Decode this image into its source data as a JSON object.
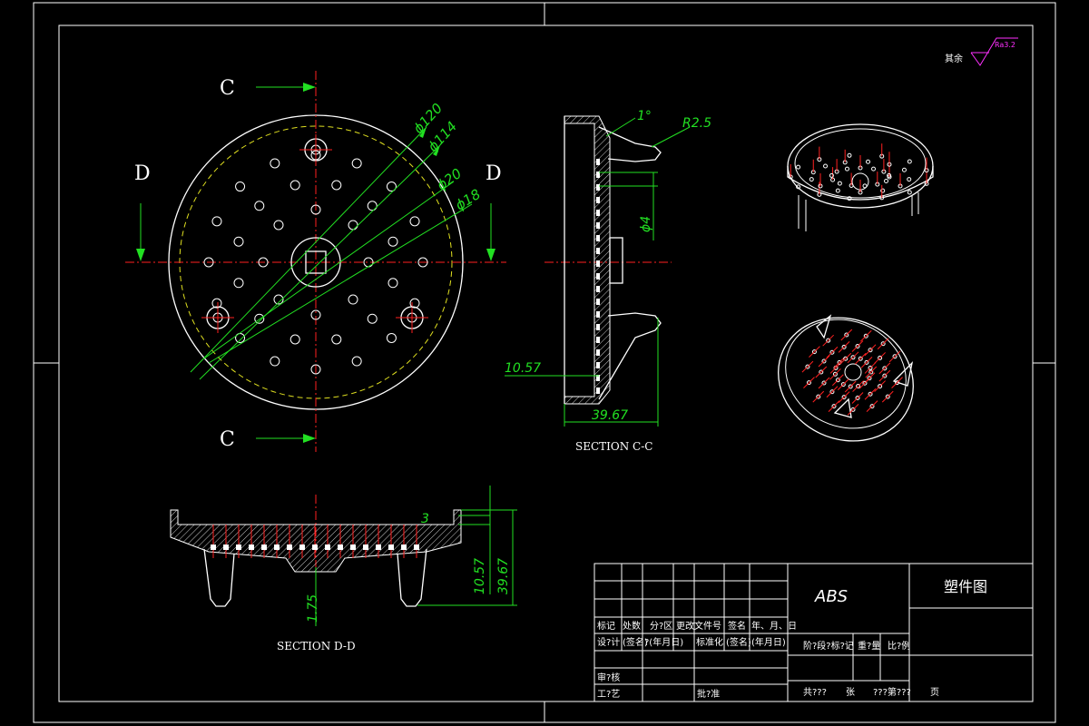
{
  "views": {
    "section_cc_title": "SECTION C-C",
    "section_dd_title": "SECTION D-D",
    "cut_c_top": "C",
    "cut_c_bottom": "C",
    "cut_d_left": "D",
    "cut_d_right": "D"
  },
  "dimensions": {
    "phi120": "ϕ120",
    "phi114": "ϕ114",
    "phi20": "ϕ20",
    "phi18": "ϕ18",
    "angle1": "1°",
    "r25": "R2.5",
    "phi4": "ϕ4",
    "d1057_cc": "10.57",
    "d3967_cc": "39.67",
    "d3": "3",
    "d1057_dd": "10.57",
    "d3967_dd": "39.67",
    "d175": "1.75"
  },
  "roughness": {
    "label": "其余",
    "value": "Ra3.2"
  },
  "title_block": {
    "material": "ABS",
    "drawing_name": "塑件图",
    "row1": [
      "标记",
      "处数",
      "分?区",
      "更改文件号",
      "签名",
      "年、月、日"
    ],
    "row2": [
      "设?计",
      "(签名)",
      "?(年月日)",
      "标准化",
      "(签名)",
      "(年月日)"
    ],
    "stage_labels": [
      "阶?段?标?记",
      "重?量",
      "比?例"
    ],
    "review": "审?核",
    "process": "工?艺",
    "approve": "批?准",
    "sheet_total": "共???",
    "sheet_label": "张",
    "sheet_no": "???第???",
    "page": "页"
  }
}
